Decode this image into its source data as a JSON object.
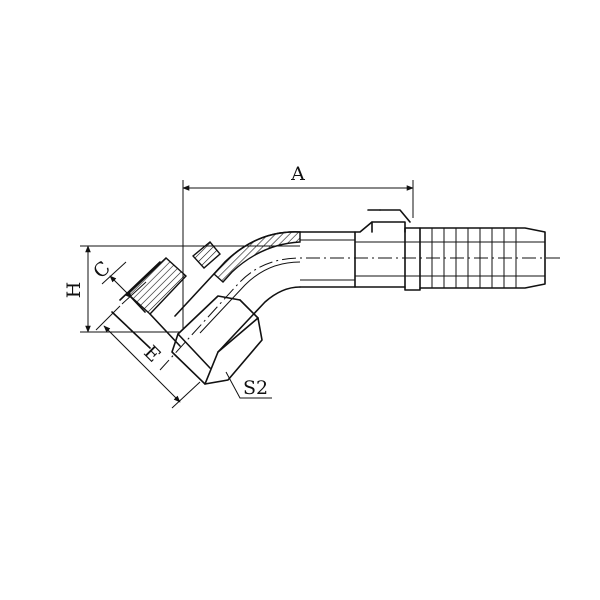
{
  "dimensions": {
    "A": "A",
    "H": "H",
    "C": "C",
    "E": "E",
    "S2": "S2"
  }
}
